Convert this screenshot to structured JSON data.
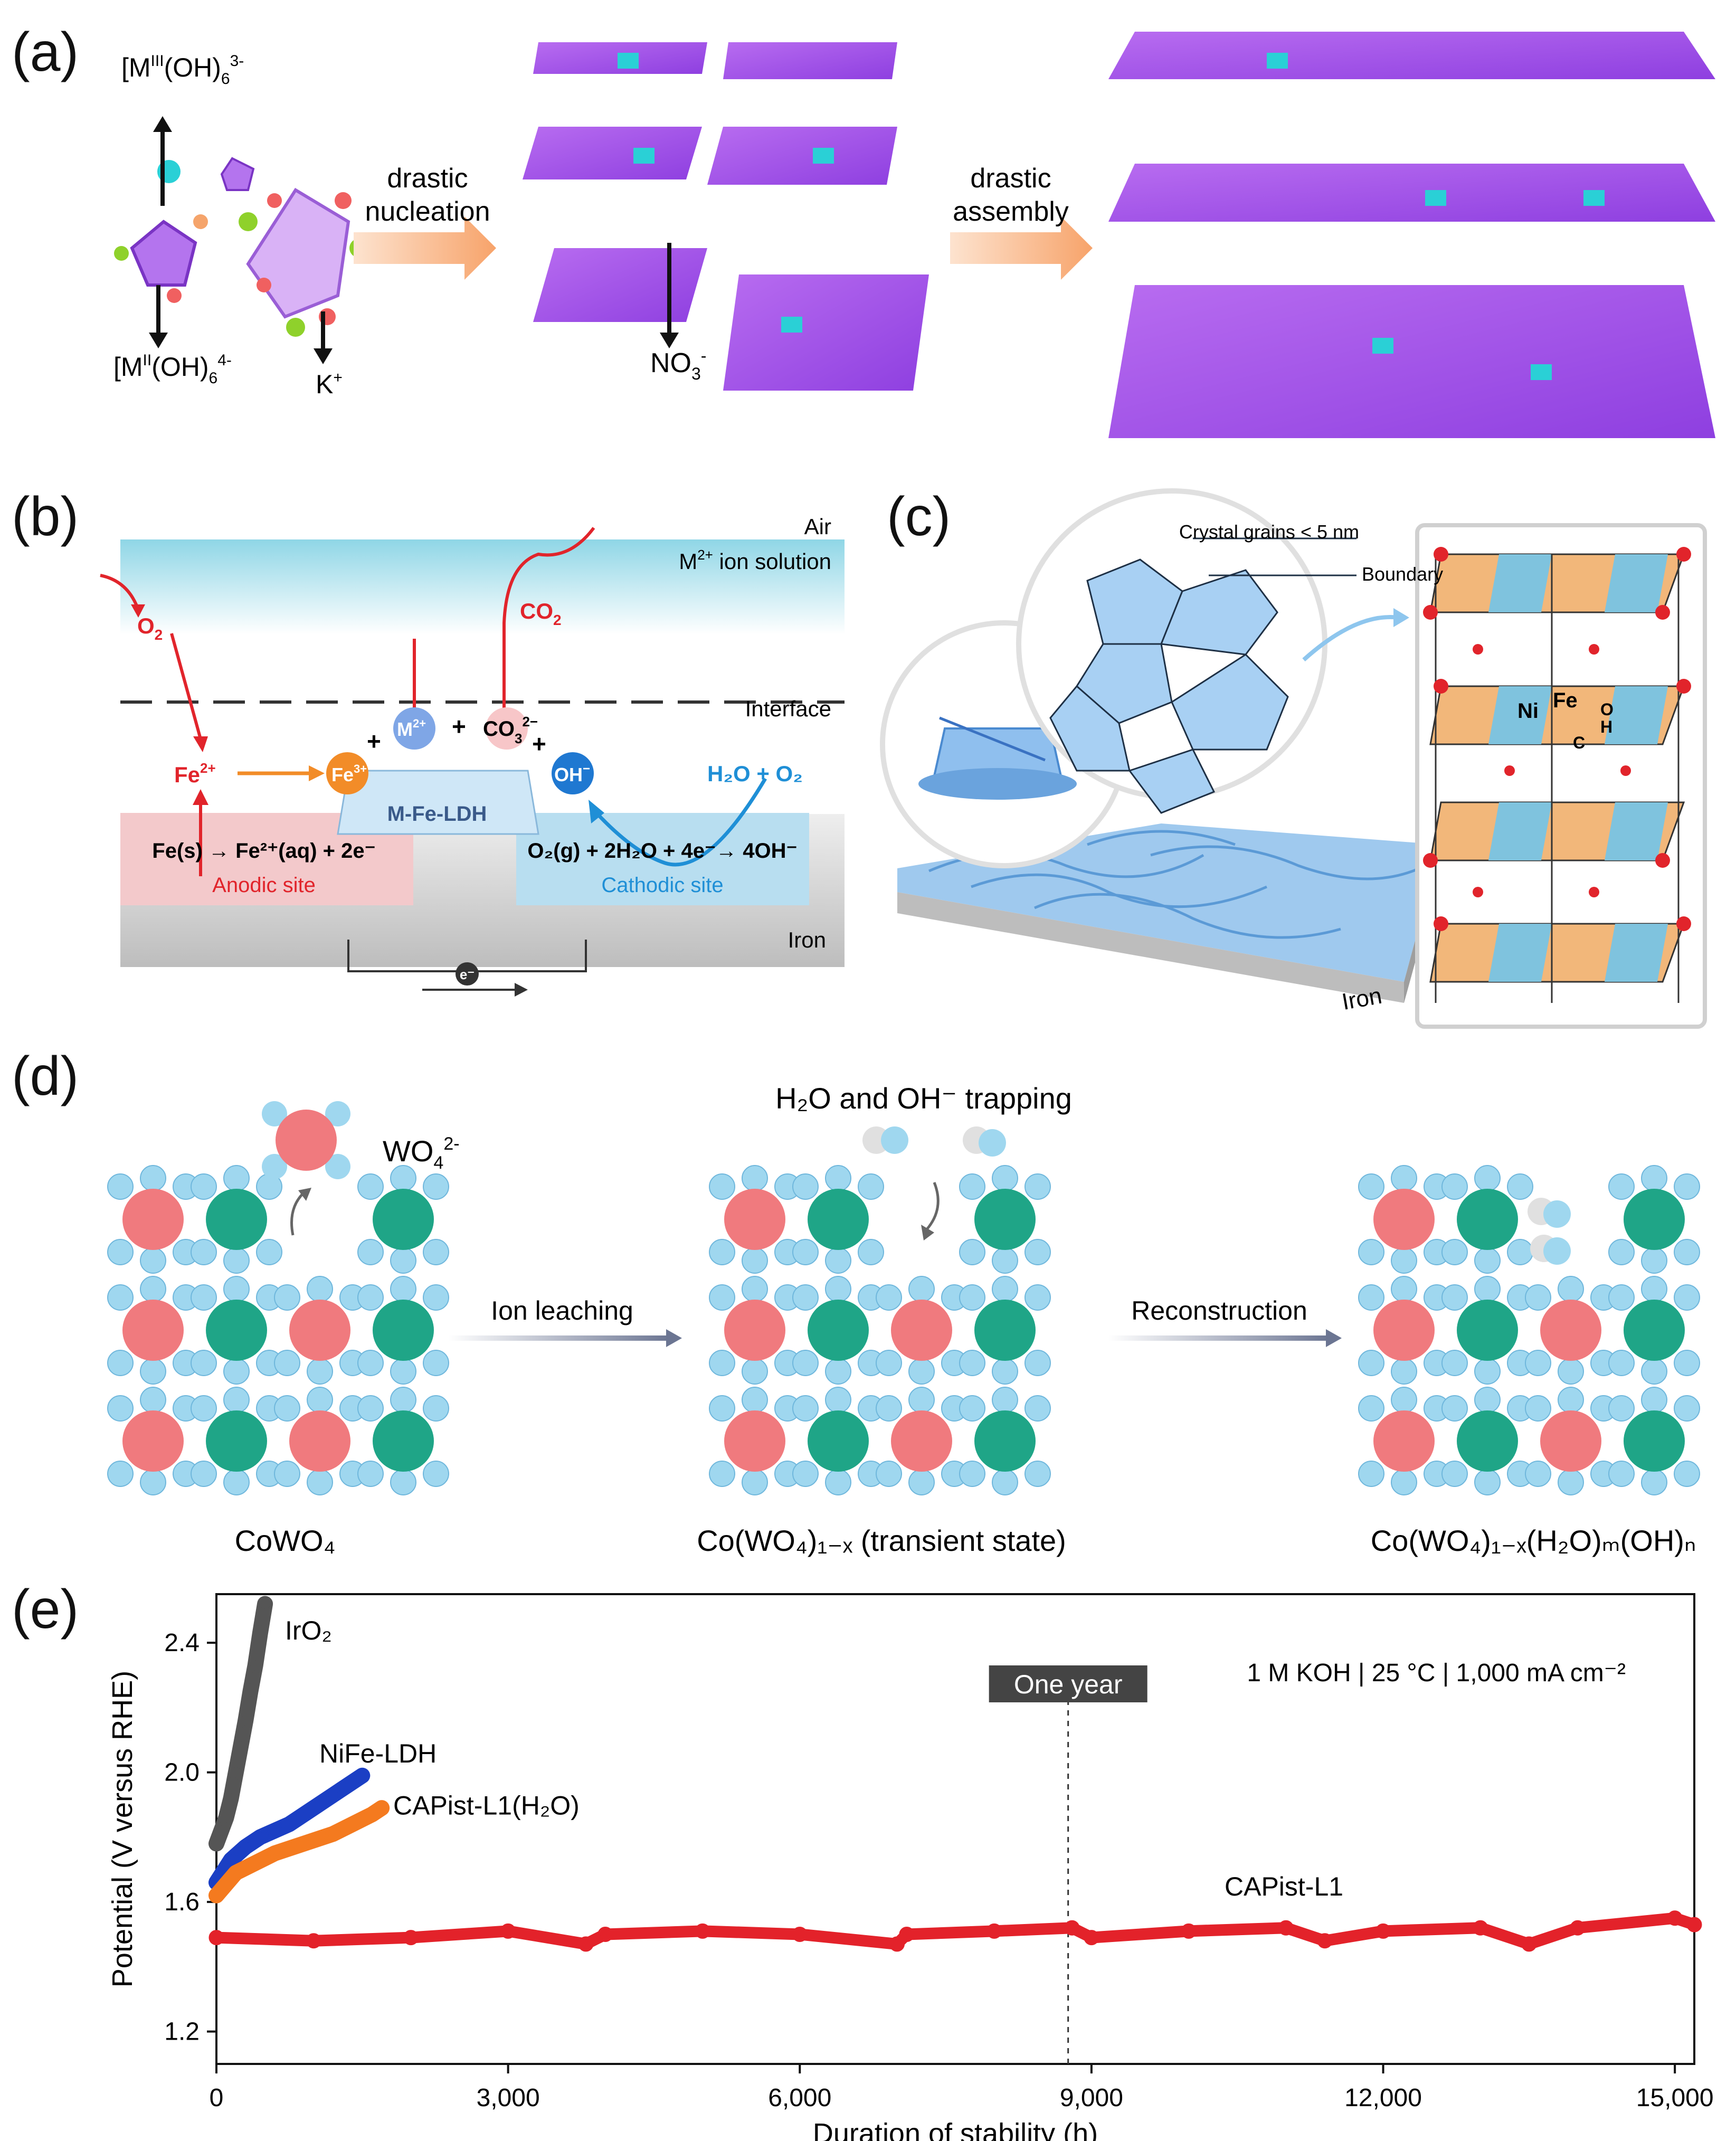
{
  "panels": {
    "a": {
      "label": "(a)",
      "ion_top": "[M",
      "ion_top_sup": "III",
      "ion_top_rest": "(OH)",
      "ion_top_sub": "6",
      "ion_top_charge": "3-",
      "ion_bottom": "[M",
      "ion_bottom_sup": "II",
      "ion_bottom_rest": "(OH)",
      "ion_bottom_sub": "6",
      "ion_bottom_charge": "4-",
      "cation": "K",
      "cation_charge": "+",
      "step1_line1": "drastic",
      "step1_line2": "nucleation",
      "step2_line1": "drastic",
      "step2_line2": "assembly",
      "anion": "NO",
      "anion_sub": "3",
      "anion_charge": "-"
    },
    "b": {
      "label": "(b)",
      "air": "Air",
      "solution": "M",
      "solution_sup": "2+",
      "solution_rest": " ion solution",
      "o2": "O",
      "o2_sub": "2",
      "co2": "CO",
      "co2_sub": "2",
      "interface": "Interface",
      "fe2": "Fe",
      "fe2_sup": "2+",
      "fe3": "Fe",
      "fe3_sup": "3+",
      "m2": "M",
      "m2_sup": "2+",
      "co3": "CO",
      "co3_sub": "3",
      "co3_sup": "2−",
      "oh": "OH",
      "oh_sup": "−",
      "plus": "+",
      "h2o_o2": "H₂O + O₂",
      "ldh": "M-Fe-LDH",
      "anodic_eq": "Fe(s) → Fe²⁺(aq) + 2e⁻",
      "anodic_label": "Anodic site",
      "cathodic_eq": "O₂(g) + 2H₂O + 4e⁻→ 4OH⁻",
      "cathodic_label": "Cathodic site",
      "iron": "Iron",
      "electron": "e⁻",
      "colors": {
        "red": "#e1242b",
        "blue": "#1f8fd6",
        "orange": "#f28c28"
      }
    },
    "c": {
      "label": "(c)",
      "grains": "Crystal grains < 5 nm",
      "boundary": "Boundary",
      "iron": "Iron",
      "ni": "Ni",
      "fe": "Fe",
      "o": "O",
      "h": "H",
      "c": "C"
    },
    "d": {
      "label": "(d)",
      "wo4": "WO",
      "wo4_sub": "4",
      "wo4_sup": "2-",
      "trapping": "H₂O and OH⁻ trapping",
      "step1": "Ion leaching",
      "step2": "Reconstruction",
      "state1": "CoWO₄",
      "state2": "Co(WO₄)₁₋ₓ (transient state)",
      "state3": "Co(WO₄)₁₋ₓ(H₂O)ₘ(OH)ₙ",
      "colors": {
        "co": "#f07a7e",
        "w": "#1fa587",
        "o": "#9fd7ef"
      }
    },
    "e": {
      "label": "(e)",
      "annotation": "One year",
      "conditions": "1 M KOH | 25 °C | 1,000 mA cm⁻²"
    }
  },
  "chart_data": {
    "type": "scatter",
    "title": "",
    "xlabel": "Duration of stability (h)",
    "ylabel": "Potential (V versus RHE)",
    "xlim": [
      0,
      15200
    ],
    "ylim": [
      1.1,
      2.55
    ],
    "xticks": [
      0,
      3000,
      6000,
      9000,
      12000,
      15000
    ],
    "xtick_labels": [
      "0",
      "3,000",
      "6,000",
      "9,000",
      "12,000",
      "15,000"
    ],
    "yticks": [
      1.2,
      1.6,
      2.0,
      2.4
    ],
    "ytick_labels": [
      "1.2",
      "1.6",
      "2.0",
      "2.4"
    ],
    "series": [
      {
        "name": "IrO₂",
        "color": "#555555",
        "x": [
          0,
          50,
          100,
          150,
          200,
          250,
          300,
          350,
          400,
          450,
          500
        ],
        "y": [
          1.78,
          1.82,
          1.86,
          1.92,
          2.0,
          2.08,
          2.16,
          2.25,
          2.33,
          2.43,
          2.52
        ]
      },
      {
        "name": "NiFe-LDH",
        "color": "#1b3fc4",
        "x": [
          0,
          150,
          300,
          450,
          600,
          750,
          900,
          1050,
          1200,
          1350,
          1500
        ],
        "y": [
          1.66,
          1.73,
          1.77,
          1.8,
          1.82,
          1.84,
          1.87,
          1.9,
          1.93,
          1.96,
          1.99
        ]
      },
      {
        "name": "CAPist-L1(H₂O)",
        "color": "#f47a1f",
        "x": [
          0,
          200,
          400,
          600,
          800,
          1000,
          1200,
          1400,
          1600,
          1700
        ],
        "y": [
          1.62,
          1.69,
          1.72,
          1.75,
          1.77,
          1.79,
          1.81,
          1.84,
          1.87,
          1.89
        ]
      },
      {
        "name": "CAPist-L1",
        "color": "#e3222a",
        "x": [
          0,
          1000,
          2000,
          3000,
          3800,
          4000,
          5000,
          6000,
          7000,
          7100,
          8000,
          8800,
          9000,
          10000,
          11000,
          11400,
          12000,
          13000,
          13500,
          14000,
          15000,
          15200
        ],
        "y": [
          1.49,
          1.48,
          1.49,
          1.51,
          1.47,
          1.5,
          1.51,
          1.5,
          1.47,
          1.5,
          1.51,
          1.52,
          1.49,
          1.51,
          1.52,
          1.48,
          1.51,
          1.52,
          1.47,
          1.52,
          1.55,
          1.53
        ]
      }
    ],
    "annotation_x": 8760,
    "legend": "inline labels"
  }
}
